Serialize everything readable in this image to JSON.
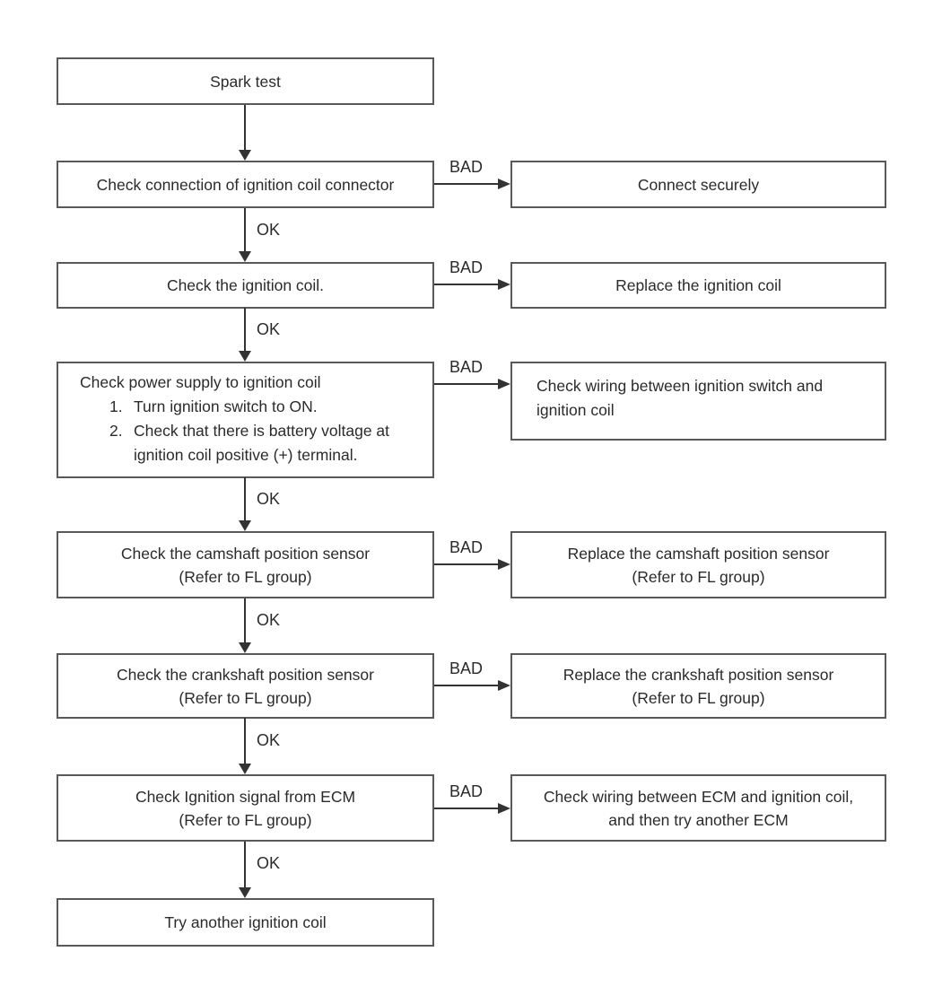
{
  "labels": {
    "ok": "OK",
    "bad": "BAD"
  },
  "colors": {
    "background": "#ffffff",
    "box_border": "#595959",
    "line": "#333333",
    "text": "#2b2b2b"
  },
  "flow": {
    "start": {
      "lines": [
        "Spark test"
      ]
    },
    "steps": [
      {
        "check": {
          "lines": [
            "Check connection of ignition coil connector"
          ]
        },
        "bad_action": {
          "lines": [
            "Connect securely"
          ]
        }
      },
      {
        "check": {
          "lines": [
            "Check the ignition coil."
          ]
        },
        "bad_action": {
          "lines": [
            "Replace the ignition coil"
          ]
        }
      },
      {
        "check": {
          "intro": "Check power supply to ignition coil",
          "list": [
            {
              "num": "1.",
              "lines": [
                "Turn ignition switch to ON."
              ]
            },
            {
              "num": "2.",
              "lines": [
                "Check that there is battery voltage at",
                "ignition coil positive (+) terminal."
              ]
            }
          ]
        },
        "bad_action": {
          "lines": [
            "Check wiring between ignition switch and",
            "ignition coil"
          ]
        }
      },
      {
        "check": {
          "lines": [
            "Check the camshaft position sensor",
            "(Refer to FL group)"
          ]
        },
        "bad_action": {
          "lines": [
            "Replace the camshaft position sensor",
            "(Refer to FL group)"
          ]
        }
      },
      {
        "check": {
          "lines": [
            "Check the crankshaft position sensor",
            "(Refer to FL group)"
          ]
        },
        "bad_action": {
          "lines": [
            "Replace the crankshaft position sensor",
            "(Refer to FL group)"
          ]
        }
      },
      {
        "check": {
          "lines": [
            "Check Ignition signal from ECM",
            "(Refer to FL group)"
          ]
        },
        "bad_action": {
          "lines": [
            "Check wiring between ECM and ignition coil,",
            "and then try another ECM"
          ]
        }
      }
    ],
    "end": {
      "lines": [
        "Try another ignition coil"
      ]
    }
  }
}
